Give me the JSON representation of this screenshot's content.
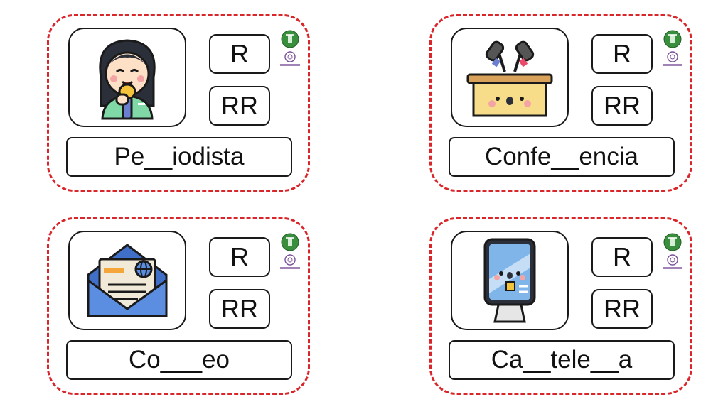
{
  "cards": [
    {
      "icon": "journalist-girl-microphone-icon",
      "option_r": "R",
      "option_rr": "RR",
      "word": "Pe__iodista"
    },
    {
      "icon": "press-conference-podium-icon",
      "option_r": "R",
      "option_rr": "RR",
      "word": "Confe__encia"
    },
    {
      "icon": "email-envelope-letter-icon",
      "option_r": "R",
      "option_rr": "RR",
      "word": "Co___eo"
    },
    {
      "icon": "billboard-sign-icon",
      "option_r": "R",
      "option_rr": "RR",
      "word": "Ca__tele__a"
    }
  ],
  "colors": {
    "border": "#d9262b",
    "logo_green": "#3a8f3e",
    "logo_purple": "#7a4f9a"
  }
}
